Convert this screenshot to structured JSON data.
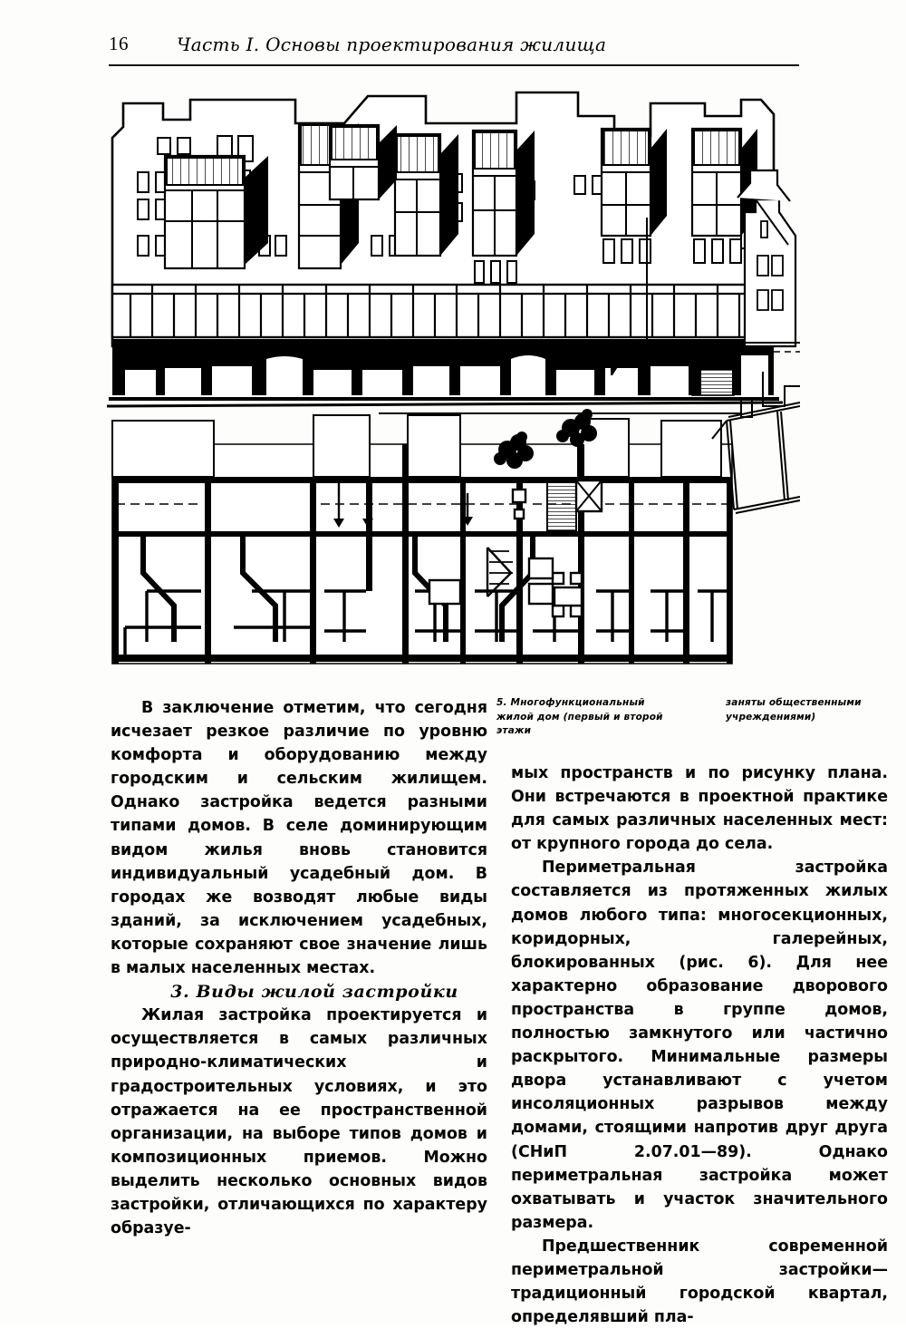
{
  "header": {
    "folio": "16",
    "title": "Часть I. Основы проектирования жилища"
  },
  "figure": {
    "name": "multifunctional-residential-building-drawings",
    "parts": [
      "street elevation of a multifunctional residential building",
      "floor plan of the same building with adjacent site plan"
    ]
  },
  "caption": {
    "left": "5. Многофункциональный жилой дом (первый и второй этажи",
    "right": "заняты общественными учреждениями)"
  },
  "left_column": {
    "paragraph_1": "В заключение отметим, что сегодня исчезает резкое различие по уровню комфорта и оборудованию между городским и сельским жилищем. Однако застройка ведется разными типами домов. В селе доминирующим видом жилья вновь становится индивидуальный усадебный дом. В городах же возводят любые виды зданий, за исключением усадебных, которые сохраняют свое значение лишь в малых населенных местах.",
    "heading": "3. Виды жилой застройки",
    "paragraph_2": "Жилая застройка проектируется и осуществляется в самых различных природно-климатических и градостроительных условиях, и это отражается на ее пространственной организации, на выборе типов домов и композиционных приемов. Можно выделить несколько основных видов застройки, отличающихся по характеру образуе-"
  },
  "right_column": {
    "paragraph_1_cont": "мых пространств и по рисунку плана. Они встречаются в проектной практике для самых различных населенных мест: от крупного города до села.",
    "paragraph_2_lead": "Периметральная",
    "paragraph_2_rest": " застройка составляется из протяженных жилых домов любого типа: многосекционных, коридорных, галерейных, блокированных (рис. 6). Для нее характерно образование дворового пространства в группе домов, полностью замкнутого или частично раскрытого. Минимальные размеры двора устанавливают с учетом инсоляционных разрывов между домами, стоящими напротив друг друга (СНиП 2.07.01—89). Однако периметральная застройка может охватывать и участок значительного размера.",
    "paragraph_3": "Предшественник современной периметральной застройки—традиционный городской квартал, определявший пла-"
  },
  "colors": {
    "ink": "#000000",
    "paper": "#fdfdfb"
  }
}
